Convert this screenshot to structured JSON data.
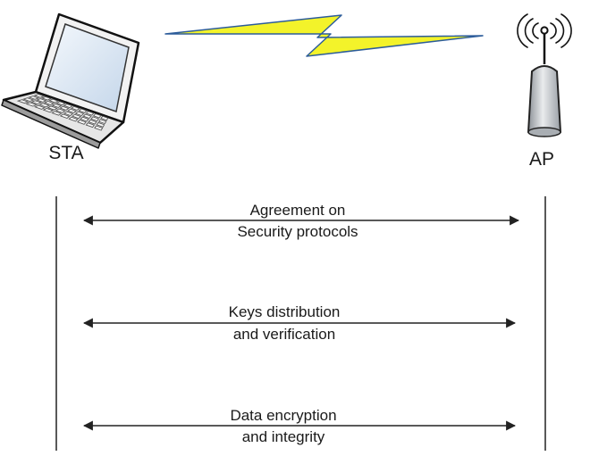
{
  "diagram": {
    "nodes": [
      {
        "id": "sta",
        "label": "STA",
        "icon": "laptop-icon"
      },
      {
        "id": "ap",
        "label": "AP",
        "icon": "wireless-access-point-icon"
      }
    ],
    "link_icon": "lightning-bolt-icon",
    "messages": [
      {
        "from": "sta",
        "to": "ap",
        "direction": "both",
        "line1": "Agreement on",
        "line2": "Security protocols"
      },
      {
        "from": "sta",
        "to": "ap",
        "direction": "both",
        "line1": "Keys distribution",
        "line2": "and verification"
      },
      {
        "from": "sta",
        "to": "ap",
        "direction": "both",
        "line1": "Data encryption",
        "line2": "and integrity"
      }
    ],
    "colors": {
      "bolt_fill": "#f3f32a",
      "bolt_stroke": "#2c5c9a",
      "lines": "#222222",
      "device_grey": "#c9ccd0",
      "screen": "#dde8f4"
    }
  }
}
